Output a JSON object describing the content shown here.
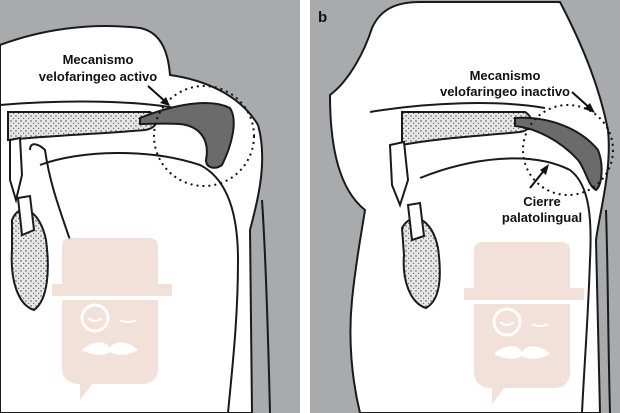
{
  "figure": {
    "panel_a": {
      "label_line1": "Mecanismo",
      "label_line2": "velofaringeo activo"
    },
    "panel_b": {
      "panel_letter": "b",
      "label_line1": "Mecanismo",
      "label_line2": "velofaringeo inactivo",
      "closure_line1": "Cierre",
      "closure_line2": "palatolingual"
    }
  },
  "colors": {
    "background_gray": "#a9aaad",
    "tissue_white": "#ffffff",
    "outline": "#1a1a1a",
    "velum_dark": "#6b6b6b",
    "stipple_fill": "#d9d9d9",
    "watermark": "#efdcd3"
  },
  "icons": {
    "watermark": "gentleman-monocle-logo-icon"
  }
}
